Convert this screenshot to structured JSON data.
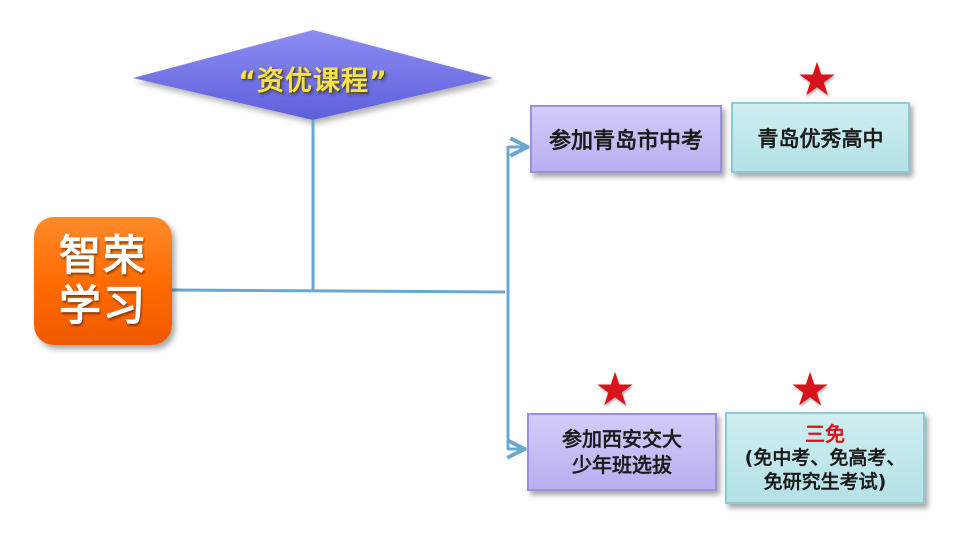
{
  "diagram": {
    "top_diamond": {
      "label": "“资优课程”"
    },
    "start": {
      "line1": "智荣",
      "line2": "学习"
    },
    "boxes": {
      "qingdao_exam": {
        "label": "参加青岛市中考"
      },
      "qingdao_high": {
        "label": "青岛优秀高中"
      },
      "xjtu_select": {
        "line1": "参加西安交大",
        "line2": "少年班选拔"
      },
      "three_free": {
        "title": "三免",
        "line1": "(免中考、免高考、",
        "line2": "免研究生考试)"
      }
    },
    "star_glyph": "★"
  },
  "colors": {
    "diamond": "#6f6ee6",
    "start": "#ff6a00",
    "connector": "#6aa7d0",
    "star": "#d7141b",
    "purple_box": "#c4bdf4",
    "teal_box": "#c0e6eb",
    "diamond_text": "#f7e24a"
  }
}
